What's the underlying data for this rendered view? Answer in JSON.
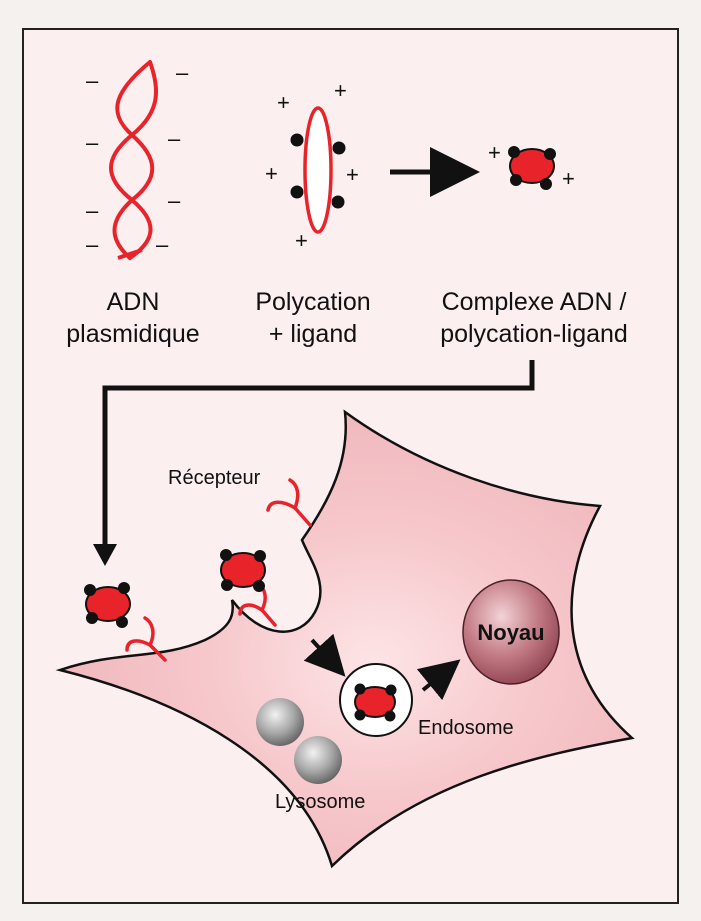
{
  "labels": {
    "dna": [
      "ADN",
      "plasmidique"
    ],
    "polycation": [
      "Polycation",
      "+ ligand"
    ],
    "complex": [
      "Complexe ADN /",
      "polycation-ligand"
    ],
    "receptor": "Récepteur",
    "nucleus": "Noyau",
    "endosome": "Endosome",
    "lysosome": "Lysosome"
  },
  "signs": {
    "negative": "–",
    "positive": "+"
  },
  "colors": {
    "background": "#fbeff0",
    "cell_fill": "#f3c9cc",
    "dna_red": "#e8232a",
    "particle_black": "#111111",
    "nucleus": "#b06670",
    "lysosome": "#8c8c8c",
    "outline": "#111111"
  }
}
